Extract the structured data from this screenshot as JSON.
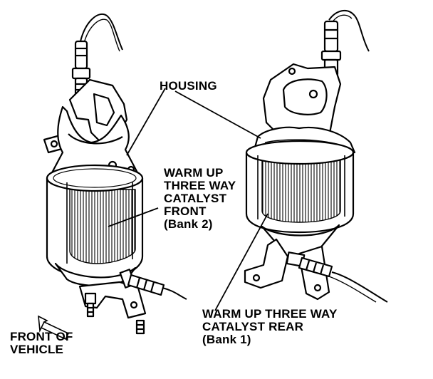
{
  "labels": {
    "housing": "HOUSING",
    "front_catalyst": [
      "WARM UP",
      "THREE WAY",
      "CATALYST",
      "FRONT",
      "(Bank 2)"
    ],
    "rear_catalyst": [
      "WARM UP THREE WAY",
      "CATALYST REAR",
      "(Bank 1)"
    ],
    "front_of_vehicle": [
      "FRONT OF",
      "VEHICLE"
    ]
  },
  "colors": {
    "line": "#000000",
    "background": "#ffffff"
  }
}
